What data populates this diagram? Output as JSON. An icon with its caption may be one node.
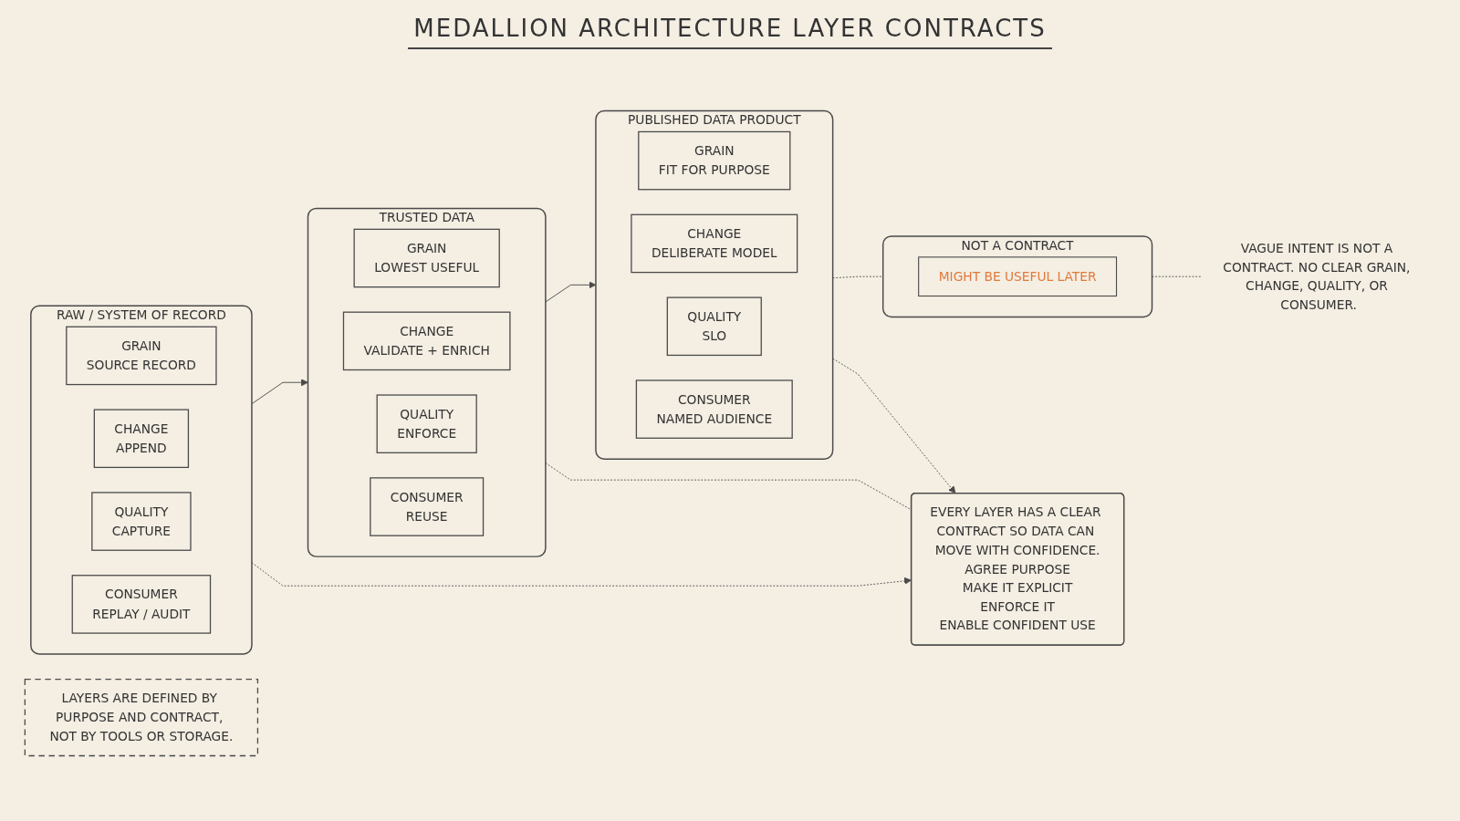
{
  "diagram": {
    "title": "MEDALLION ARCHITECTURE LAYER CONTRACTS",
    "nodes": [
      {
        "text": [
          "LAYERS ARE DEFINED BY PURPOSE AND CONTRACT, NOT BY TOOLS OR STORAGE."
        ]
      },
      {
        "text": [
          "RAW / SYSTEM OF RECORD"
        ]
      },
      {
        "text": [
          "GRAIN",
          "SOURCE RECORD"
        ],
        "in": 1
      },
      {
        "text": [
          "CHANGE",
          "APPEND"
        ],
        "in": 1
      },
      {
        "text": [
          "QUALITY",
          "CAPTURE"
        ],
        "in": 1
      },
      {
        "text": [
          "CONSUMER",
          "REPLAY / AUDIT"
        ],
        "in": 1
      },
      {
        "text": [
          "TRUSTED DATA"
        ]
      },
      {
        "text": [
          "GRAIN",
          "LOWEST USEFUL"
        ],
        "in": 6
      },
      {
        "text": [
          "CHANGE",
          "VALIDATE + ENRICH"
        ],
        "in": 6
      },
      {
        "text": [
          "QUALITY",
          "ENFORCE"
        ],
        "in": 6
      },
      {
        "text": [
          "CONSUMER",
          "REUSE"
        ],
        "in": 6
      },
      {
        "text": [
          "PUBLISHED DATA PRODUCT"
        ]
      },
      {
        "text": [
          "GRAIN",
          "FIT FOR PURPOSE"
        ],
        "in": 11
      },
      {
        "text": [
          "CHANGE",
          "DELIBERATE MODEL"
        ],
        "in": 11
      },
      {
        "text": [
          "QUALITY",
          "SLO"
        ],
        "in": 11
      },
      {
        "text": [
          "CONSUMER",
          "NAMED AUDIENCE"
        ],
        "in": 11
      },
      {
        "text": [
          "NOT A CONTRACT"
        ]
      },
      {
        "text": [
          "MIGHT BE USEFUL LATER"
        ],
        "in": 16
      },
      {
        "text": [
          "VAGUE INTENT IS NOT A CONTRACT. NO CLEAR GRAIN, CHANGE, QUALITY, OR CONSUMER."
        ]
      },
      {
        "text": [
          "EVERY LAYER HAS A CLEAR CONTRACT SO DATA CAN MOVE WITH CONFIDENCE.",
          "AGREE PURPOSE",
          "MAKE IT EXPLICIT",
          "ENFORCE IT",
          "ENABLE CONFIDENT USE"
        ]
      }
    ],
    "edges": [
      {
        "from": 1,
        "to": 6,
        "arrow": "to"
      },
      {
        "from": 6,
        "to": 11,
        "arrow": "to"
      },
      {
        "from": 11,
        "to": 16,
        "arrow": "none",
        "style": "dashed"
      },
      {
        "from": 16,
        "to": 18,
        "arrow": "none",
        "style": "dashed"
      },
      {
        "from": 1,
        "to": 19,
        "arrow": "to",
        "style": "dashed"
      },
      {
        "from": 6,
        "to": 19,
        "arrow": "none",
        "style": "dashed"
      },
      {
        "from": 11,
        "to": 19,
        "arrow": "to",
        "style": "dashed"
      }
    ]
  }
}
